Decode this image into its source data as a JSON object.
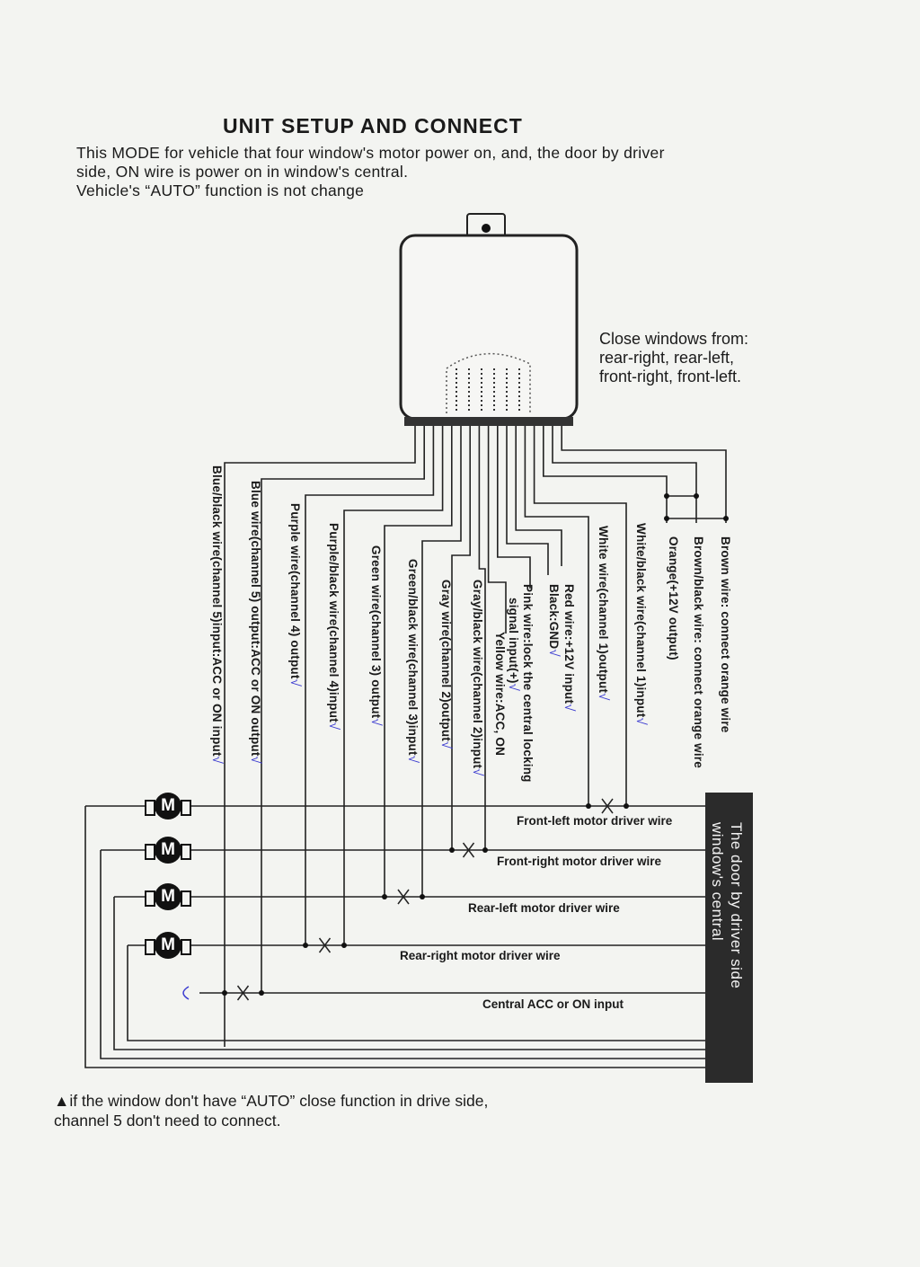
{
  "title": "UNIT SETUP AND CONNECT",
  "intro": [
    "This MODE for vehicle that four window's motor power on, and, the door by driver",
    "side, ON wire is power on in window's central.",
    "Vehicle's   “AUTO” function is not change"
  ],
  "close_note": [
    "Close windows from:",
    "rear-right, rear-left,",
    "front-right, front-left."
  ],
  "wire_labels": [
    {
      "text": "Blue/black wire(channel 5)input:ACC or ON input",
      "check": true
    },
    {
      "text": "Blue wire(channel 5) output:ACC or ON output",
      "check": true
    },
    {
      "text": "Purple wire(channel 4) output",
      "check": true
    },
    {
      "text": "Purple/black wire(channel 4)input",
      "check": true
    },
    {
      "text": "Green wire(channel 3) output",
      "check": true
    },
    {
      "text": "Green/black wire(channel 3)input",
      "check": true
    },
    {
      "text": "Gray wire(channel 2)output",
      "check": true
    },
    {
      "text": "Gray/black wire(channel 2)input",
      "check": true
    },
    {
      "text": "Yellow wire:ACC, ON",
      "check": false
    },
    {
      "text": "signal input(+)",
      "check": true
    },
    {
      "text": "Pink wire:lock the central locking",
      "check": false
    },
    {
      "text": "Black:GND",
      "check": true
    },
    {
      "text": "Red wire:+12V input",
      "check": true
    },
    {
      "text": "White wire(channel 1)output",
      "check": true
    },
    {
      "text": "White/black wire(channel 1)input",
      "check": true
    },
    {
      "text": "Orange(+12V output)",
      "check": false
    },
    {
      "text": "Brown/black wire: connect orange wire",
      "check": false
    },
    {
      "text": "Brown wire: connect orange wire",
      "check": false
    }
  ],
  "check_mark": "√",
  "motor_symbol": "M",
  "motor_lines": [
    "Front-left motor driver wire",
    "Front-right motor driver wire",
    "Rear-left motor driver wire",
    "Rear-right motor driver wire",
    "Central ACC or ON input"
  ],
  "door_box": [
    "The door by driver side",
    "window's central"
  ],
  "footnote": [
    "▲if the window don't have  “AUTO” close function in drive side,",
    "channel 5 don't need to connect."
  ]
}
